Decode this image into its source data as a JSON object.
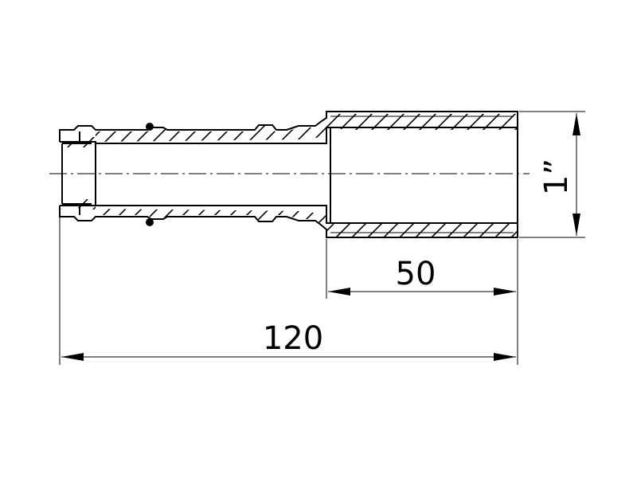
{
  "drawing": {
    "dimensions": {
      "overall_length": "120",
      "thread_length": "50",
      "thread_size": "1”"
    }
  }
}
